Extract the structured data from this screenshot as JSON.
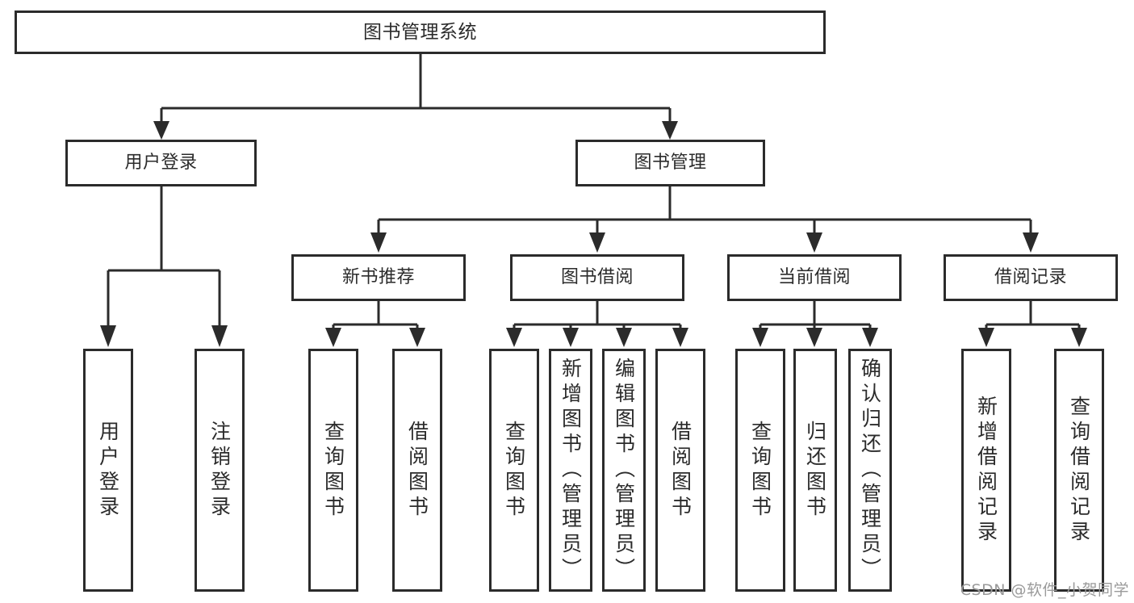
{
  "diagram": {
    "type": "tree-hierarchy",
    "title": "图书管理系统",
    "orientation": "top-down",
    "colors": {
      "border": "#2b2b2b",
      "background": "#ffffff",
      "text": "#2b2b2b",
      "connector": "#2b2b2b",
      "watermark": "#9a9a9a"
    }
  },
  "root": {
    "label": "图书管理系统"
  },
  "level2": [
    {
      "label": "用户登录"
    },
    {
      "label": "图书管理"
    }
  ],
  "level3": [
    {
      "label": "新书推荐"
    },
    {
      "label": "图书借阅"
    },
    {
      "label": "当前借阅"
    },
    {
      "label": "借阅记录"
    }
  ],
  "leaves": {
    "user_login": [
      {
        "label": "用户登录"
      },
      {
        "label": "注销登录"
      }
    ],
    "new_book_recommend": [
      {
        "label": "查询图书"
      },
      {
        "label": "借阅图书"
      }
    ],
    "book_borrow": [
      {
        "label": "查询图书"
      },
      {
        "label": "新增图书（管理员）"
      },
      {
        "label": "编辑图书（管理员）"
      },
      {
        "label": "借阅图书"
      }
    ],
    "current_borrow": [
      {
        "label": "查询图书"
      },
      {
        "label": "归还图书"
      },
      {
        "label": "确认归还（管理员）"
      }
    ],
    "borrow_record": [
      {
        "label": "新增借阅记录"
      },
      {
        "label": "查询借阅记录"
      }
    ]
  },
  "watermark": {
    "text": "CSDN @软件_小贺同学"
  }
}
